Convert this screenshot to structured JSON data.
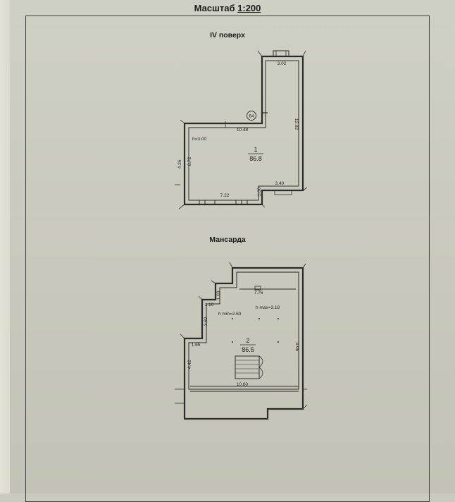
{
  "header": {
    "scale_prefix": "Масштаб",
    "scale_value": "1:200"
  },
  "floor4": {
    "title": "IV поверх",
    "room_no": "1",
    "room_area": "86.8",
    "height": "h=3.00",
    "marker": "64",
    "dims": {
      "top": "3.02",
      "right": "12.02",
      "inner_top": "10.48",
      "left_outer": "4.26",
      "left_inner": "6.72",
      "bottom": "7.22",
      "small": "1.00",
      "bottom_right": "3.40"
    }
  },
  "attic": {
    "title": "Мансарда",
    "room_no": "2",
    "room_area": "86.5",
    "h_min": "h min=2.60",
    "h_max": "h max=3.18",
    "dims": {
      "top": "7.76",
      "step_top": "1.03",
      "step_left": "1.10",
      "left_upper": "3.60",
      "left_step": "1.65",
      "left_lower": "4.42",
      "right": "9.06",
      "bottom": "10.60"
    }
  }
}
